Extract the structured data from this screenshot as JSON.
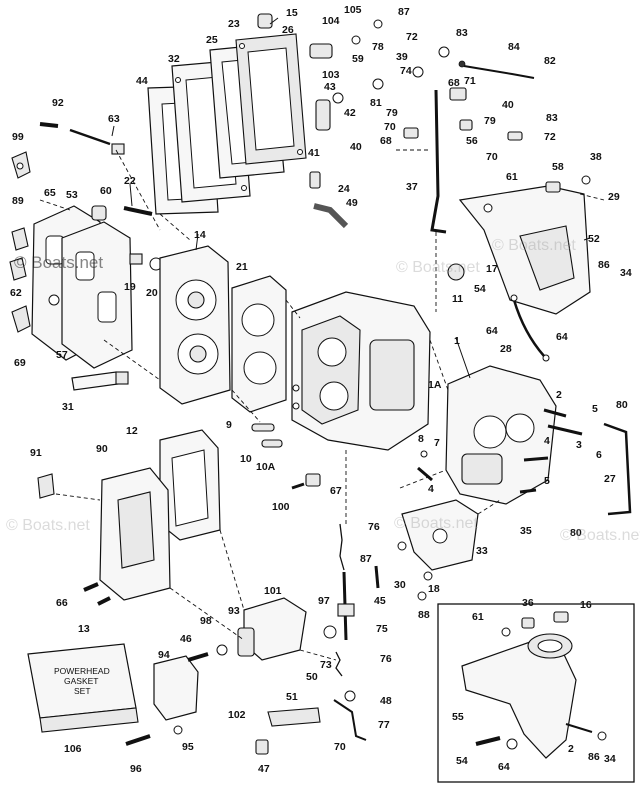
{
  "watermark": "© Boats.net",
  "kit_label": [
    "POWERHEAD",
    "GASKET",
    "SET"
  ],
  "part_numbers": {
    "n1": "1",
    "n1a": "1A",
    "n2": "2",
    "n2b": "2",
    "n3": "3",
    "n4": "4",
    "n4b": "4",
    "n5": "5",
    "n5b": "5",
    "n6": "6",
    "n7": "7",
    "n8": "8",
    "n9": "9",
    "n10": "10",
    "n10a": "10A",
    "n11": "11",
    "n12": "12",
    "n13": "13",
    "n14": "14",
    "n15": "15",
    "n16": "16",
    "n17": "17",
    "n18": "18",
    "n19": "19",
    "n20": "20",
    "n21": "21",
    "n22": "22",
    "n23": "23",
    "n24": "24",
    "n25": "25",
    "n26": "26",
    "n27": "27",
    "n28": "28",
    "n29": "29",
    "n30": "30",
    "n31": "31",
    "n32": "32",
    "n33": "33",
    "n34": "34",
    "n34b": "34",
    "n35": "35",
    "n36": "36",
    "n37": "37",
    "n38": "38",
    "n39": "39",
    "n40": "40",
    "n40b": "40",
    "n41": "41",
    "n42": "42",
    "n43": "43",
    "n44": "44",
    "n45": "45",
    "n46": "46",
    "n47": "47",
    "n48": "48",
    "n49": "49",
    "n50": "50",
    "n51": "51",
    "n52": "52",
    "n53": "53",
    "n54": "54",
    "n54b": "54",
    "n55": "55",
    "n56": "56",
    "n57": "57",
    "n58": "58",
    "n59": "59",
    "n60": "60",
    "n61": "61",
    "n61b": "61",
    "n62": "62",
    "n63": "63",
    "n64": "64",
    "n64b": "64",
    "n64c": "64",
    "n65": "65",
    "n66": "66",
    "n67": "67",
    "n68": "68",
    "n68b": "68",
    "n69": "69",
    "n70": "70",
    "n70b": "70",
    "n70c": "70",
    "n71": "71",
    "n72": "72",
    "n72b": "72",
    "n73": "73",
    "n74": "74",
    "n75": "75",
    "n76": "76",
    "n76b": "76",
    "n77": "77",
    "n78": "78",
    "n79": "79",
    "n79b": "79",
    "n80": "80",
    "n80b": "80",
    "n81": "81",
    "n82": "82",
    "n83": "83",
    "n83b": "83",
    "n84": "84",
    "n86": "86",
    "n86b": "86",
    "n87": "87",
    "n88": "88",
    "n89": "89",
    "n90": "90",
    "n91": "91",
    "n92": "92",
    "n93": "93",
    "n94": "94",
    "n95": "95",
    "n96": "96",
    "n97": "97",
    "n98": "98",
    "n99": "99",
    "n100": "100",
    "n101": "101",
    "n102": "102",
    "n103": "103",
    "n104": "104",
    "n105": "105",
    "n106": "106"
  }
}
